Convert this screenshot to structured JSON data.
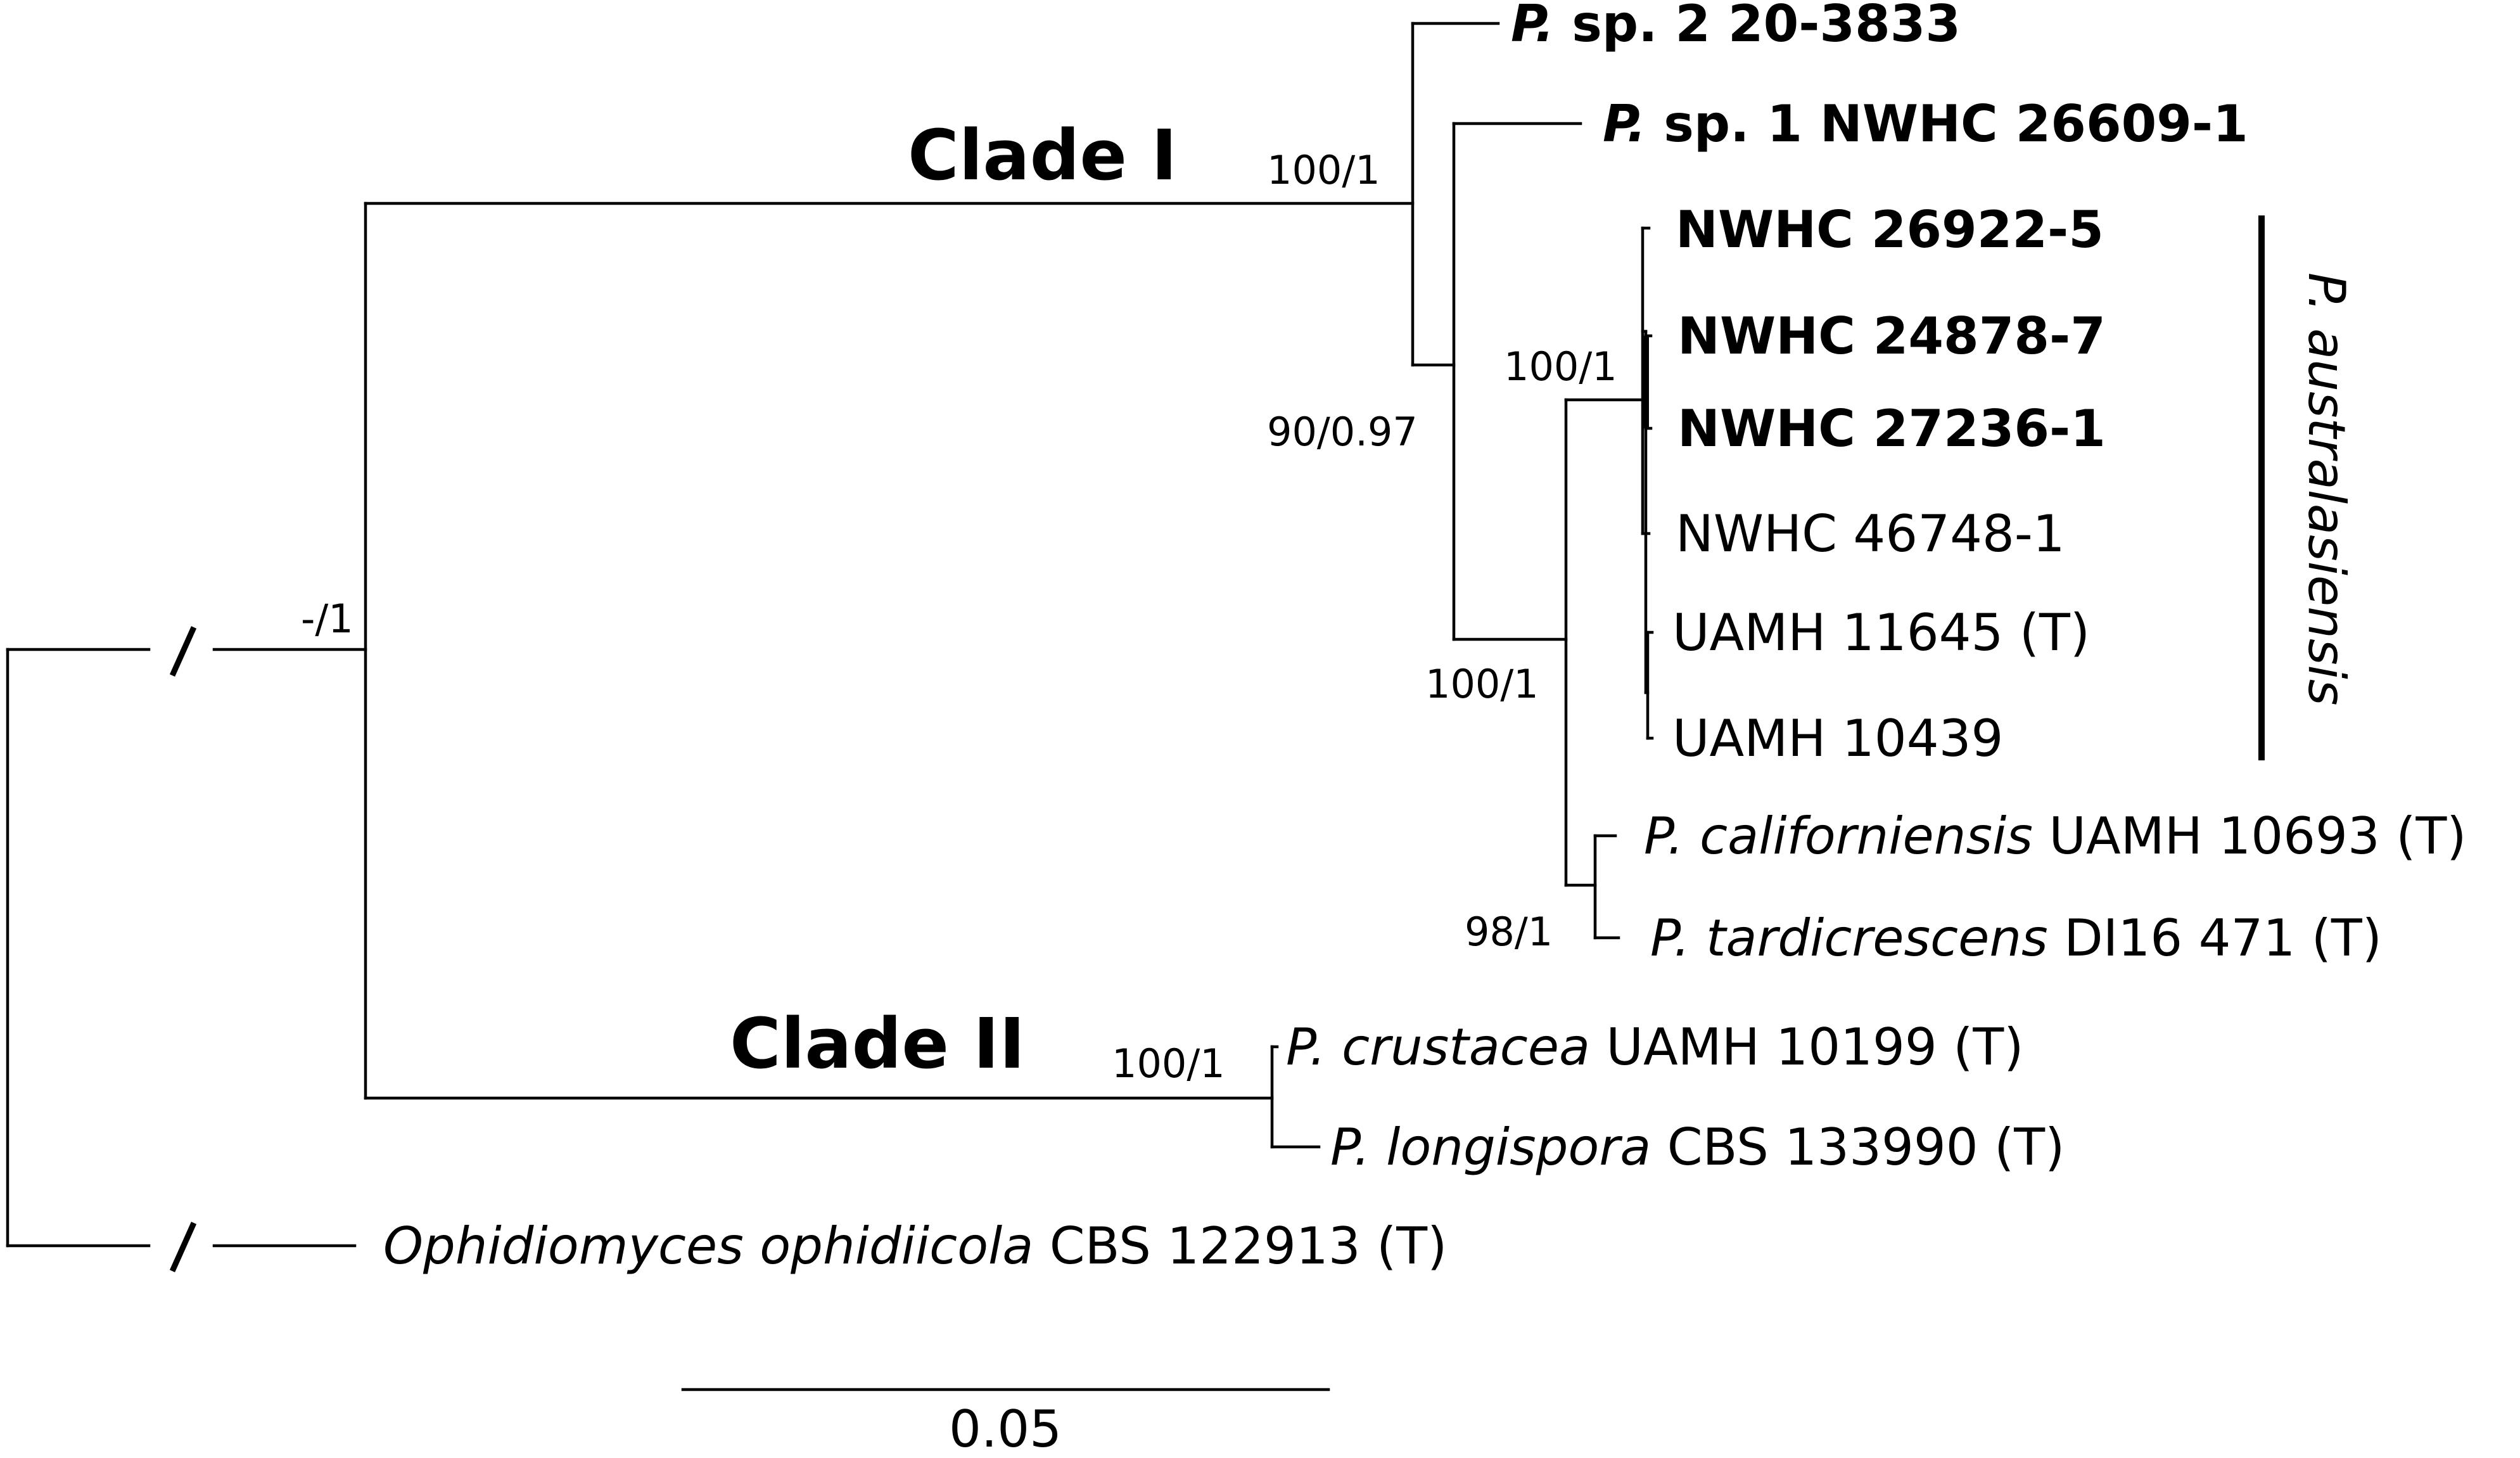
{
  "taxa": {
    "t1": {
      "italic": "P.",
      "rest": " sp. 2 20-3833"
    },
    "t2": {
      "italic": "P.",
      "rest": " sp. 1 NWHC 26609-1"
    },
    "t3": {
      "rest": "NWHC 26922-5"
    },
    "t4": {
      "rest": "NWHC 24878-7"
    },
    "t5": {
      "rest": "NWHC 27236-1"
    },
    "t6": {
      "rest": "NWHC 46748-1"
    },
    "t7": {
      "rest": "UAMH 11645 (T)"
    },
    "t8": {
      "rest": "UAMH 10439"
    },
    "t9": {
      "italic": "P. californiensis",
      "rest": " UAMH 10693 (T)"
    },
    "t10": {
      "italic": "P. tardicrescens",
      "rest": " DI16 471 (T)"
    },
    "t11": {
      "italic": "P. crustacea",
      "rest": " UAMH 10199 (T)"
    },
    "t12": {
      "italic": "P. longispora",
      "rest": " CBS 133990 (T)"
    },
    "t13": {
      "italic": "Ophidiomyces ophidiicola",
      "rest": " CBS 122913 (T)"
    }
  },
  "support": {
    "root_ingroup": "-/1",
    "clade1": "100/1",
    "node_sp1_rest": "90/0.97",
    "node_aus_rest": "100/1",
    "node_aus": "100/1",
    "node_cal_tar": "98/1",
    "clade2": "100/1"
  },
  "clades": {
    "clade1": "Clade I",
    "clade2": "Clade II"
  },
  "species_bar_label": "P. australasiensis",
  "scale_bar": {
    "label": "0.05"
  },
  "colors": {
    "lines": "#000000",
    "background": "#ffffff"
  }
}
